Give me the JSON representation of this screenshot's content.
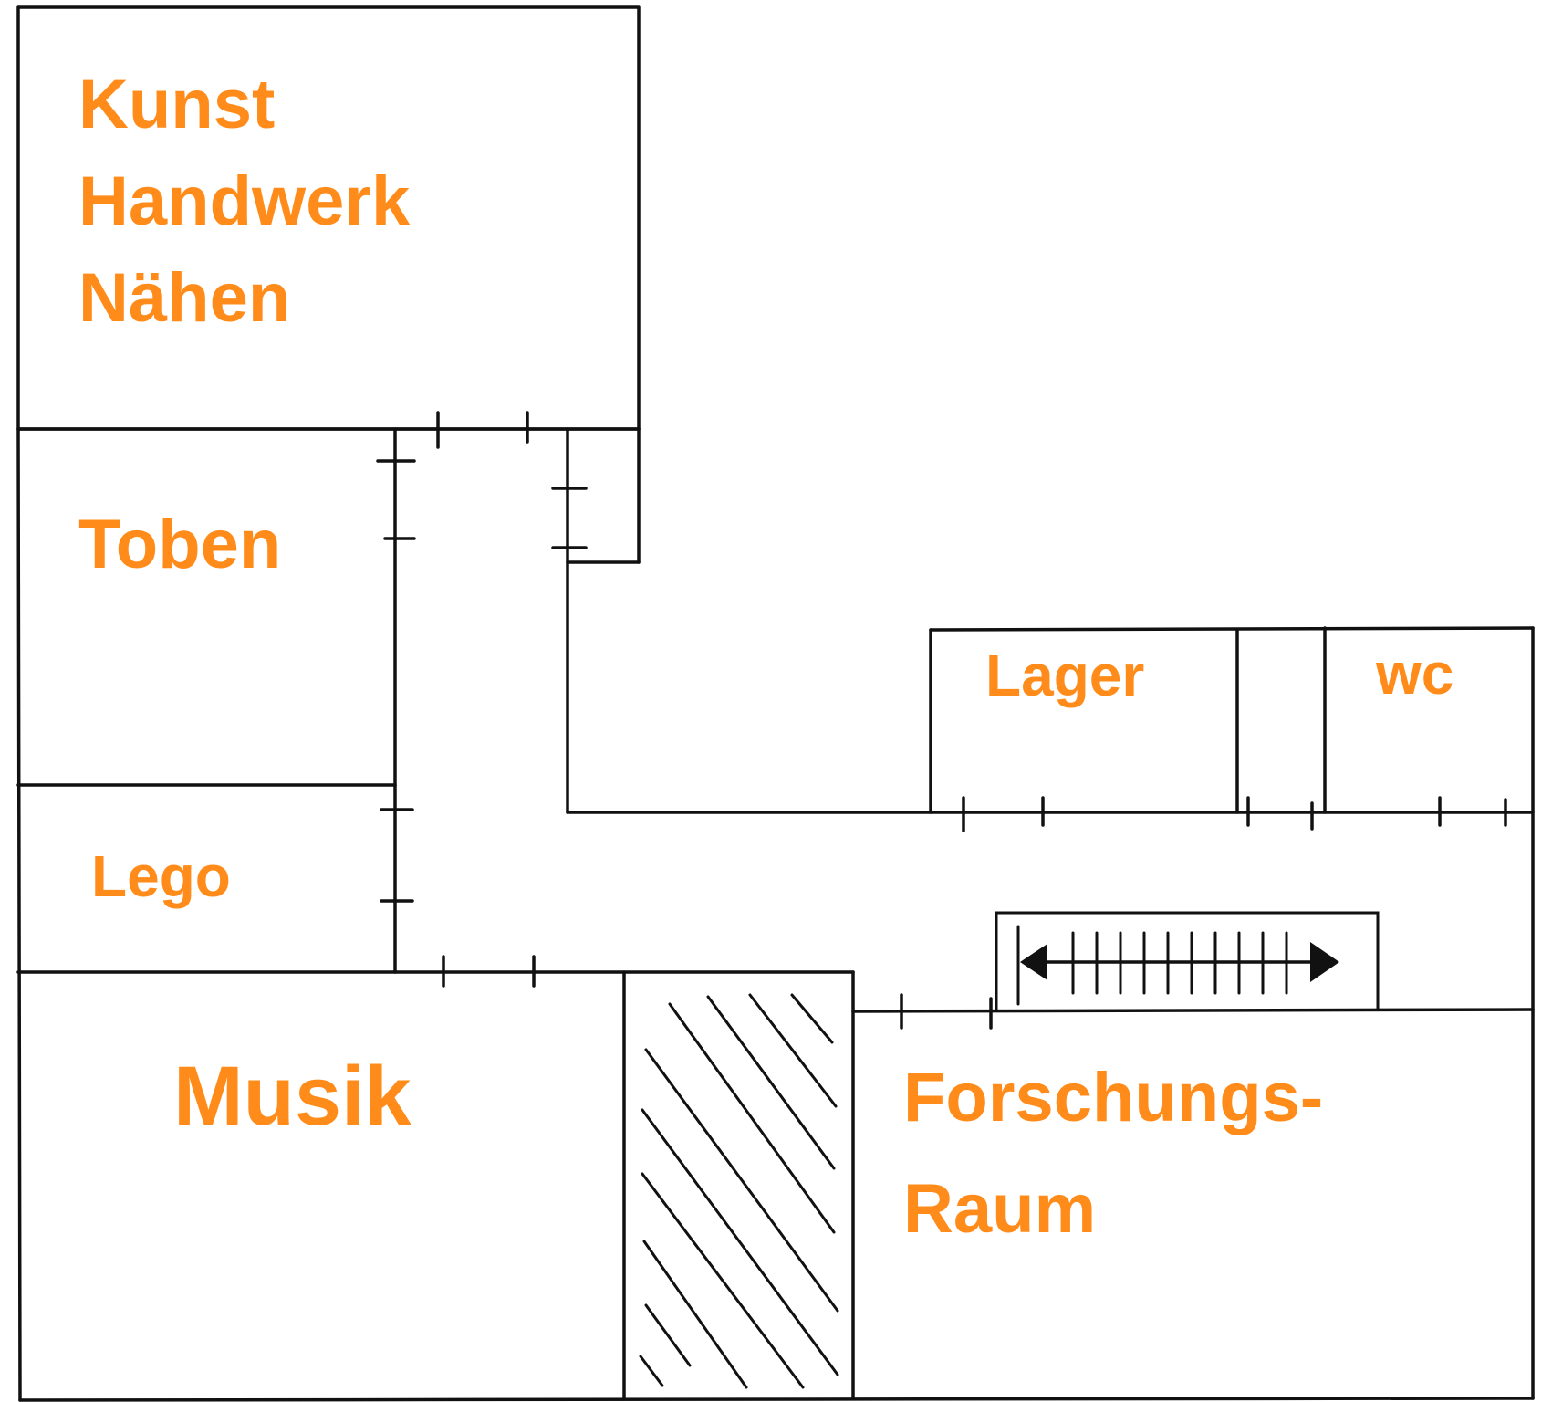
{
  "colors": {
    "label": "#ff8c1a",
    "wall": "#111111",
    "background": "#ffffff"
  },
  "rooms": {
    "kunst": {
      "lines": [
        "Kunst",
        "Handwerk",
        "Nähen"
      ]
    },
    "toben": {
      "label": "Toben"
    },
    "lego": {
      "label": "Lego"
    },
    "musik": {
      "label": "Musik"
    },
    "lager": {
      "label": "Lager"
    },
    "wc": {
      "label": "wc"
    },
    "forschung": {
      "lines": [
        "Forschungs-",
        "Raum"
      ]
    }
  },
  "icons": {
    "stairs": "stairs-icon",
    "hatched_area": "hatched-area-icon"
  }
}
